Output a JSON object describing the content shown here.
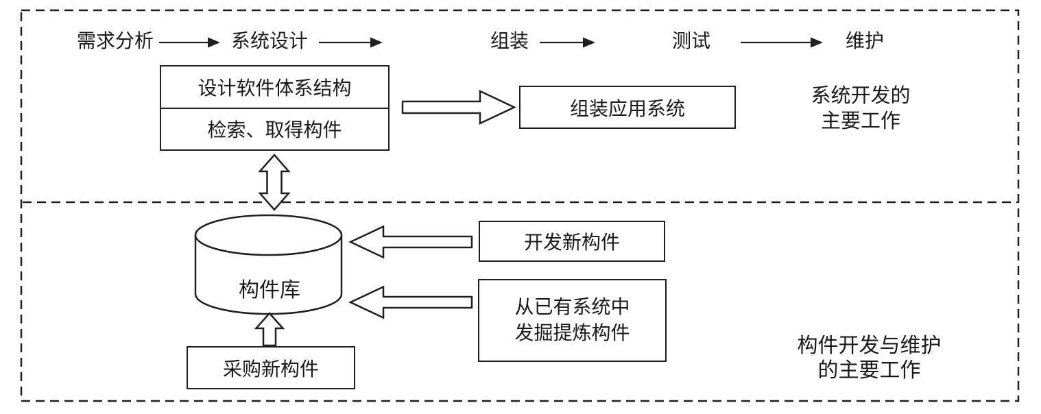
{
  "colors": {
    "line": "#1f1f1f",
    "text": "#1a1a1a",
    "background": "#ffffff"
  },
  "flow": {
    "steps": [
      "需求分析",
      "系统设计",
      "组装",
      "测试",
      "维护"
    ]
  },
  "boxes": {
    "design": {
      "row1": "设计软件体系结构",
      "row2": "检索、取得构件"
    },
    "assemble": {
      "label": "组装应用系统"
    },
    "develop": {
      "label": "开发新构件"
    },
    "mine": {
      "line1": "从已有系统中",
      "line2": "发掘提炼构件"
    },
    "purchase": {
      "label": "采购新构件"
    }
  },
  "repository": {
    "label": "构件库"
  },
  "annotations": {
    "system_dev": {
      "line1": "系统开发的",
      "line2": "主要工作"
    },
    "component_dev": {
      "line1": "构件开发与维护",
      "line2": "的主要工作"
    }
  }
}
